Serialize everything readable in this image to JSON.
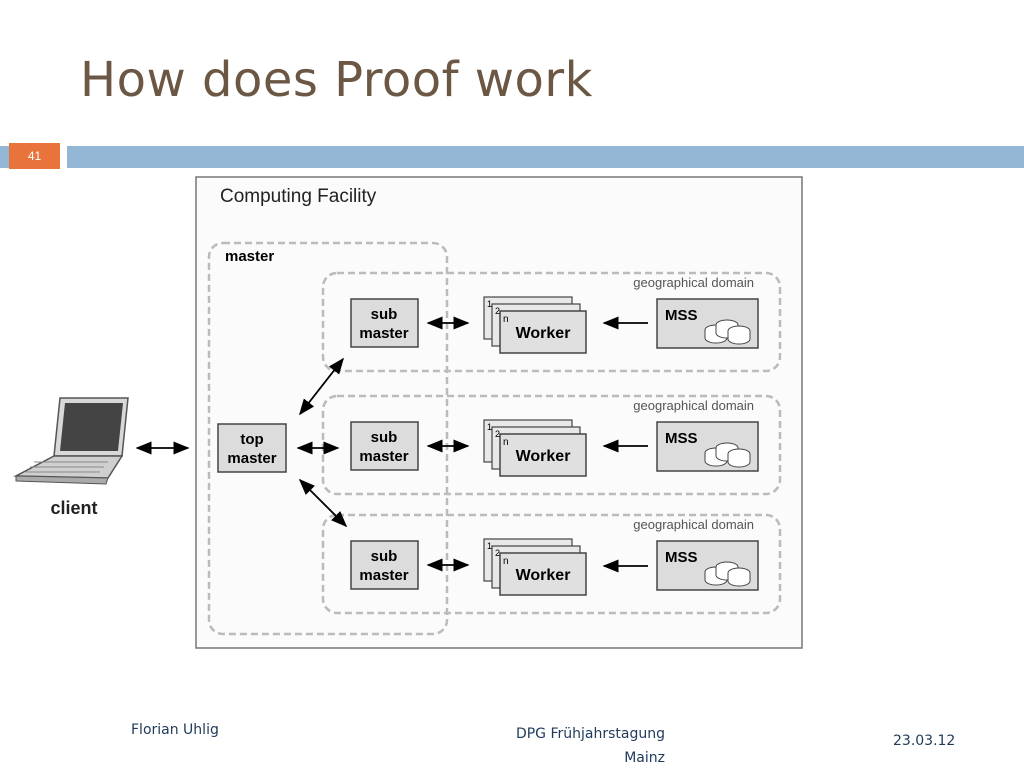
{
  "slide": {
    "title": "How does Proof work",
    "number": "41"
  },
  "diagram": {
    "facility_label": "Computing Facility",
    "master_label": "master",
    "client_label": "client",
    "top_master": [
      "top",
      "master"
    ],
    "sub_master": [
      "sub",
      "master"
    ],
    "worker_label": "Worker",
    "worker_stack_labels": [
      "1",
      "2",
      "n"
    ],
    "mss_label": "MSS",
    "domain_label": "geographical domain"
  },
  "footer": {
    "author": "Florian Uhlig",
    "event_line1": "DPG Frühjahrstagung",
    "event_line2": "Mainz",
    "date": "23.03.12"
  }
}
